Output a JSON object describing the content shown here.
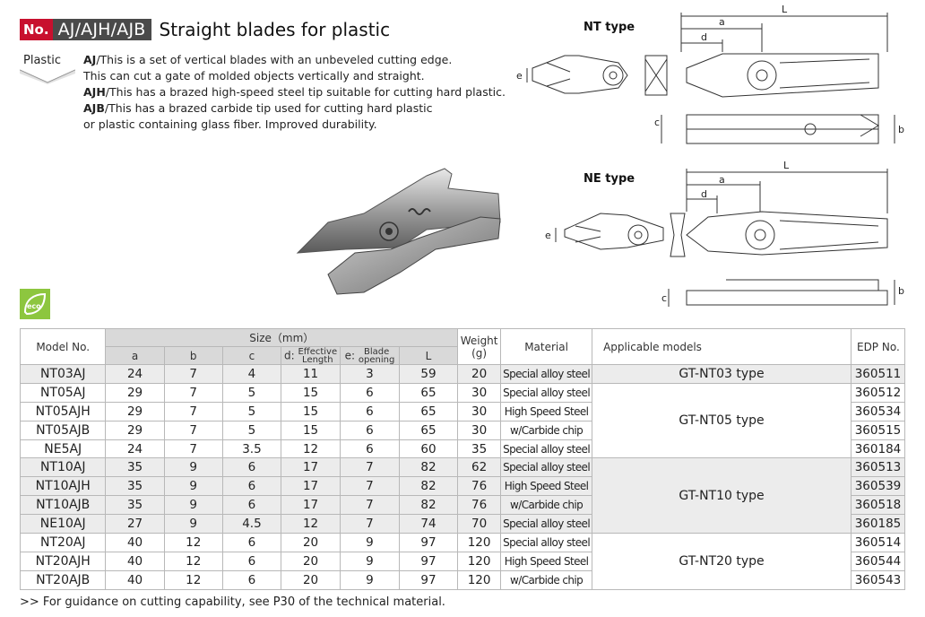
{
  "header": {
    "no_label": "No.",
    "series": "AJ/AJH/AJB",
    "title": "Straight blades for plastic"
  },
  "tag": {
    "label": "Plastic"
  },
  "description": {
    "aj_code": "AJ",
    "aj_text": "/This is a set of vertical blades with an unbeveled cutting edge.",
    "aj_text2": "This can cut a gate of molded objects vertically and straight.",
    "ajh_code": "AJH",
    "ajh_text": "/This has a brazed high-speed steel tip suitable for cutting hard plastic.",
    "ajb_code": "AJB",
    "ajb_text": "/This has a brazed carbide tip used for cutting hard plastic",
    "ajb_text2": "or plastic containing glass fiber. Improved durability."
  },
  "eco_icon": "eco-leaf-icon",
  "diagrams": {
    "nt": {
      "title": "NT type",
      "L": "L",
      "a": "a",
      "d": "d",
      "e": "e",
      "c": "c",
      "b": "b"
    },
    "ne": {
      "title": "NE type",
      "L": "L",
      "a": "a",
      "d": "d",
      "e": "e",
      "c": "c",
      "b": "b"
    }
  },
  "table": {
    "headers": {
      "model": "Model No.",
      "size": "Size（mm）",
      "a": "a",
      "b": "b",
      "c": "c",
      "d_prefix": "d:",
      "d_line1": "Effective",
      "d_line2": "Length",
      "e_prefix": "e:",
      "e_line1": "Blade",
      "e_line2": "opening",
      "L": "L",
      "weight_line1": "Weight",
      "weight_line2": "(g)",
      "material": "Material",
      "applicable": "Applicable models",
      "edp": "EDP No."
    },
    "rows": [
      {
        "model": "NT03AJ",
        "a": "24",
        "b": "7",
        "c": "4",
        "d": "11",
        "e": "3",
        "L": "59",
        "weight": "20",
        "material": "Special alloy steel",
        "edp": "360511"
      },
      {
        "model": "NT05AJ",
        "a": "29",
        "b": "7",
        "c": "5",
        "d": "15",
        "e": "6",
        "L": "65",
        "weight": "30",
        "material": "Special alloy steel",
        "edp": "360512"
      },
      {
        "model": "NT05AJH",
        "a": "29",
        "b": "7",
        "c": "5",
        "d": "15",
        "e": "6",
        "L": "65",
        "weight": "30",
        "material": "High Speed Steel",
        "edp": "360534"
      },
      {
        "model": "NT05AJB",
        "a": "29",
        "b": "7",
        "c": "5",
        "d": "15",
        "e": "6",
        "L": "65",
        "weight": "30",
        "material": "w/Carbide chip",
        "edp": "360515"
      },
      {
        "model": "NE5AJ",
        "a": "24",
        "b": "7",
        "c": "3.5",
        "d": "12",
        "e": "6",
        "L": "60",
        "weight": "35",
        "material": "Special alloy steel",
        "edp": "360184"
      },
      {
        "model": "NT10AJ",
        "a": "35",
        "b": "9",
        "c": "6",
        "d": "17",
        "e": "7",
        "L": "82",
        "weight": "62",
        "material": "Special alloy steel",
        "edp": "360513"
      },
      {
        "model": "NT10AJH",
        "a": "35",
        "b": "9",
        "c": "6",
        "d": "17",
        "e": "7",
        "L": "82",
        "weight": "76",
        "material": "High Speed Steel",
        "edp": "360539"
      },
      {
        "model": "NT10AJB",
        "a": "35",
        "b": "9",
        "c": "6",
        "d": "17",
        "e": "7",
        "L": "82",
        "weight": "76",
        "material": "w/Carbide chip",
        "edp": "360518"
      },
      {
        "model": "NE10AJ",
        "a": "27",
        "b": "9",
        "c": "4.5",
        "d": "12",
        "e": "7",
        "L": "74",
        "weight": "70",
        "material": "Special alloy steel",
        "edp": "360185"
      },
      {
        "model": "NT20AJ",
        "a": "40",
        "b": "12",
        "c": "6",
        "d": "20",
        "e": "9",
        "L": "97",
        "weight": "120",
        "material": "Special alloy steel",
        "edp": "360514"
      },
      {
        "model": "NT20AJH",
        "a": "40",
        "b": "12",
        "c": "6",
        "d": "20",
        "e": "9",
        "L": "97",
        "weight": "120",
        "material": "High Speed Steel",
        "edp": "360544"
      },
      {
        "model": "NT20AJB",
        "a": "40",
        "b": "12",
        "c": "6",
        "d": "20",
        "e": "9",
        "L": "97",
        "weight": "120",
        "material": "w/Carbide chip",
        "edp": "360543"
      }
    ],
    "applicable_groups": [
      {
        "label": "GT-NT03 type"
      },
      {
        "label": "GT-NT05 type"
      },
      {
        "label": "GT-NT10 type"
      },
      {
        "label": "GT-NT20 type"
      }
    ]
  },
  "footnote": ">> For guidance on cutting capability, see P30 of the technical material."
}
